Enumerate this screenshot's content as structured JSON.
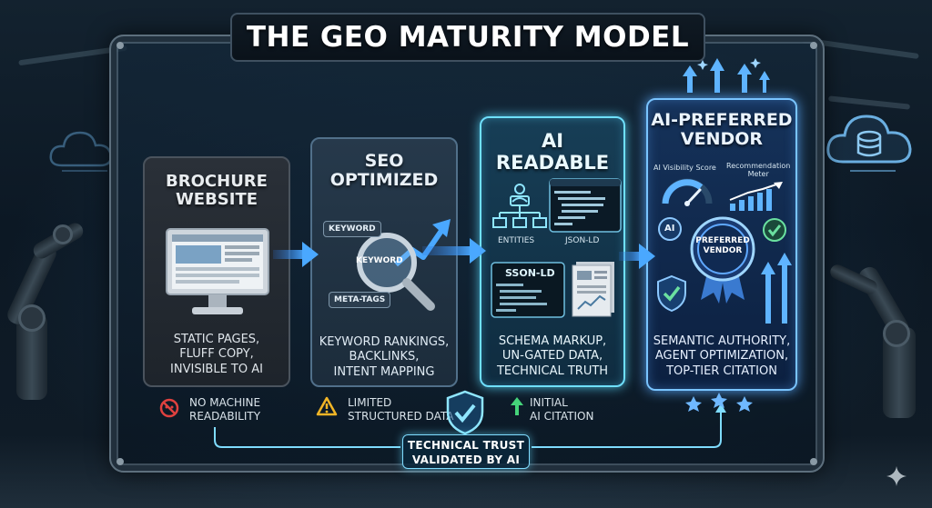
{
  "title": "THE GEO MATURITY MODEL",
  "stages": [
    {
      "title_lines": [
        "BROCHURE",
        "WEBSITE"
      ],
      "desc_lines": [
        "STATIC PAGES,",
        "FLUFF COPY,",
        "INVISIBLE TO AI"
      ]
    },
    {
      "title_lines": [
        "SEO",
        "OPTIMIZED"
      ],
      "desc_lines": [
        "KEYWORD RANKINGS,",
        "BACKLINKS,",
        "INTENT MAPPING"
      ]
    },
    {
      "title_lines": [
        "AI",
        "READABLE"
      ],
      "desc_lines": [
        "SCHEMA MARKUP,",
        "UN-GATED DATA,",
        "TECHNICAL TRUTH"
      ]
    },
    {
      "title_lines": [
        "AI-PREFERRED",
        "VENDOR"
      ],
      "desc_lines": [
        "SEMANTIC AUTHORITY,",
        "AGENT OPTIMIZATION,",
        "TOP-TIER CITATION"
      ]
    }
  ],
  "seo_tags": {
    "keyword_tag": "KEYWORD",
    "magnifier": "KEYWORD",
    "meta": "META-TAGS"
  },
  "ai_readable": {
    "entities": "ENTITIES",
    "json_ld": "JSON-LD",
    "panel": "SSON-LD"
  },
  "vendor": {
    "visibility": "AI Visibility Score",
    "meter": [
      "Recommendation",
      "Meter"
    ],
    "badge_ai": "AI",
    "preferred": [
      "PREFERRED",
      "VENDOR"
    ]
  },
  "statuses": [
    {
      "lines": [
        "NO MACHINE",
        "READABILITY"
      ],
      "color": "#e0413f"
    },
    {
      "lines": [
        "LIMITED",
        "STRUCTURED DATA"
      ],
      "color": "#f2b526"
    },
    {
      "lines": [
        "INITIAL",
        "AI CITATION"
      ],
      "color": "#45d37a"
    }
  ],
  "trust": [
    "TECHNICAL TRUST",
    "VALIDATED BY AI"
  ],
  "colors": {
    "cyan": "#6fe0ff",
    "blue": "#79c4ff",
    "arrow": "#4aa8ff"
  }
}
